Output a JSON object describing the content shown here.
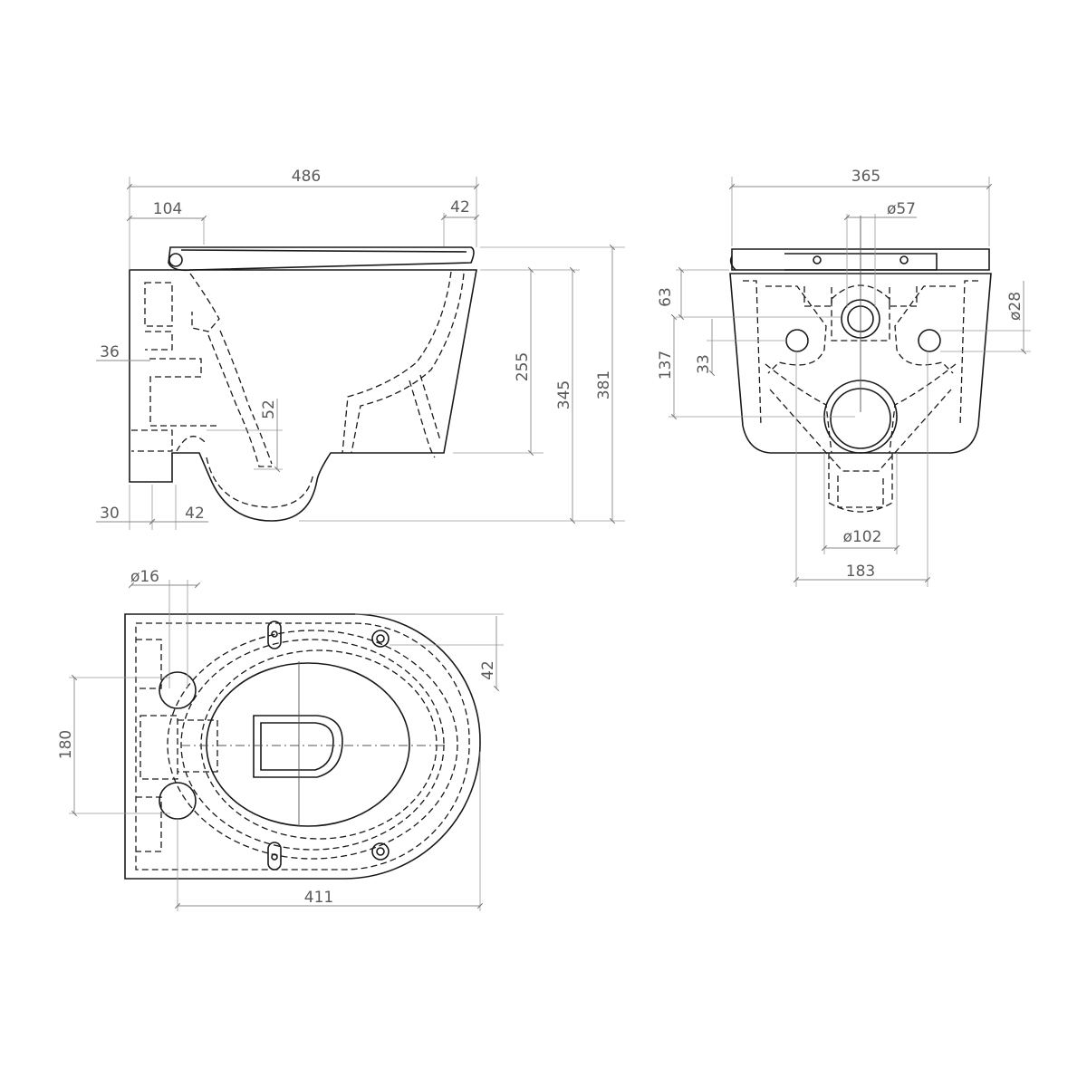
{
  "dimensions": {
    "side": {
      "total_width": "486",
      "seat_offset": "104",
      "seat_overhang": "42",
      "height_inlet": "36",
      "outlet_height": "52",
      "bowl_height": "255",
      "rim_height": "345",
      "overall_height": "381",
      "outlet_depth": "30",
      "outlet_offset": "42"
    },
    "front": {
      "width": "365",
      "inlet_dia": "ø57",
      "bolt_dia": "ø28",
      "inlet_height": "63",
      "bolt_spacing_v": "33",
      "outlet_height": "137",
      "outlet_dia": "ø102",
      "bolt_spacing_h": "183"
    },
    "top": {
      "bolt_hole_dia": "ø16",
      "hinge_offset": "42",
      "bolt_spacing": "180",
      "depth": "411"
    }
  }
}
